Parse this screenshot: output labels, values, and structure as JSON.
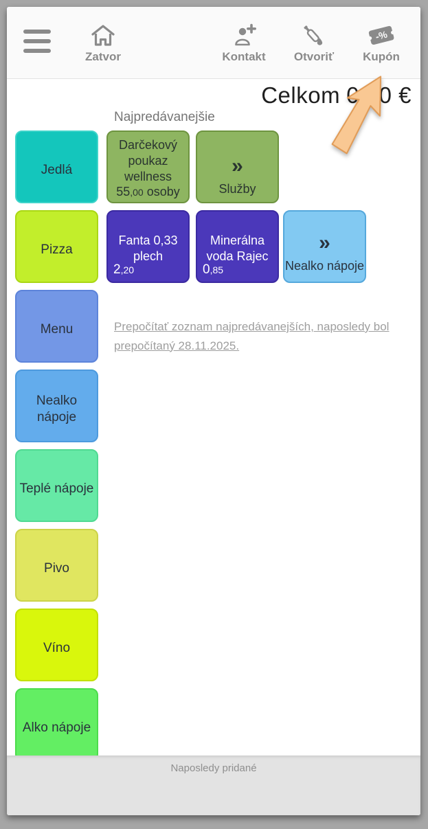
{
  "palette": {
    "toolbar_bg": "#fafafa",
    "toolbar_icon": "#8a8a8a",
    "toolbar_label": "#8a8a8a",
    "total_text": "#1f1f1f",
    "section_title": "#757575",
    "link_text": "#9e9e9e",
    "bottom_bar_bg": "#e3e3e3",
    "bottom_bar_text": "#8f8f8f"
  },
  "toolbar": {
    "menu_button": {
      "icon": "hamburger-icon"
    },
    "buttons": [
      {
        "label": "Zatvor",
        "icon": "home-icon"
      },
      {
        "label": "Kontakt",
        "icon": "person-add-icon"
      },
      {
        "label": "Otvoriť",
        "icon": "bottle-open-icon"
      },
      {
        "label": "Kupón",
        "icon": "coupon-icon"
      }
    ]
  },
  "total": {
    "label": "Celkom",
    "amount": "0,00 €"
  },
  "best_sellers": {
    "title": "Najpredávanejšie",
    "items": [
      {
        "name": "Darčekový poukaz wellness",
        "price": {
          "main": "55",
          "dec": ",00",
          "suffix": " osoby"
        },
        "colors": {
          "bg": "#8eb561",
          "border": "#6e9440",
          "text": "#2a3530"
        }
      },
      {
        "name": "Služby",
        "chevron": "»",
        "colors": {
          "bg": "#8eb561",
          "border": "#6e9440",
          "text": "#2a3530"
        }
      },
      {
        "name": "Fanta 0,33 plech",
        "price": {
          "main": "2",
          "dec": ",20"
        },
        "colors": {
          "bg": "#4b38ba",
          "border": "#3b2aa1",
          "text": "#ffffff"
        }
      },
      {
        "name": "Minerálna voda Rajec",
        "price": {
          "main": "0",
          "dec": ",85"
        },
        "colors": {
          "bg": "#4b38ba",
          "border": "#3b2aa1",
          "text": "#ffffff"
        }
      },
      {
        "name": "Nealko nápoje",
        "chevron": "»",
        "colors": {
          "bg": "#82c9f2",
          "border": "#55a8dc",
          "text": "#2a323d"
        }
      }
    ]
  },
  "recalc_link": {
    "line1": "Prepočítať zoznam najpredávanejších, naposledy bol",
    "line2": "prepočítaný 28.11.2025.",
    "full_text": "Prepočítať zoznam najpredávanejších, naposledy bol prepočítaný 28.11.2025."
  },
  "categories": [
    {
      "label": "Jedlá",
      "colors": {
        "bg": "#14c6bc",
        "border": "#3fd4ca",
        "text": "#2a323d"
      }
    },
    {
      "label": "Pizza",
      "colors": {
        "bg": "#c2ee2b",
        "border": "#aad714",
        "text": "#2a323d"
      }
    },
    {
      "label": "Menu",
      "colors": {
        "bg": "#7397e6",
        "border": "#5d84da",
        "text": "#2a323d"
      }
    },
    {
      "label": "Nealko nápoje",
      "colors": {
        "bg": "#63acec",
        "border": "#4d9ade",
        "text": "#2a323d"
      }
    },
    {
      "label": "Teplé nápoje",
      "colors": {
        "bg": "#66e9a6",
        "border": "#50d992",
        "text": "#2a323d"
      }
    },
    {
      "label": "Pivo",
      "colors": {
        "bg": "#e0e660",
        "border": "#ccd349",
        "text": "#2a323d"
      }
    },
    {
      "label": "Víno",
      "colors": {
        "bg": "#d9f70c",
        "border": "#c2e000",
        "text": "#2a323d"
      }
    },
    {
      "label": "Alko nápoje",
      "colors": {
        "bg": "#63ee63",
        "border": "#4cdc4c",
        "text": "#2a323d"
      }
    }
  ],
  "bottom_bar": {
    "label": "Naposledy pridané"
  },
  "annotation_arrow": {
    "fill": "#f9c893",
    "stroke": "#e09a55",
    "points_to": "Kupón"
  }
}
